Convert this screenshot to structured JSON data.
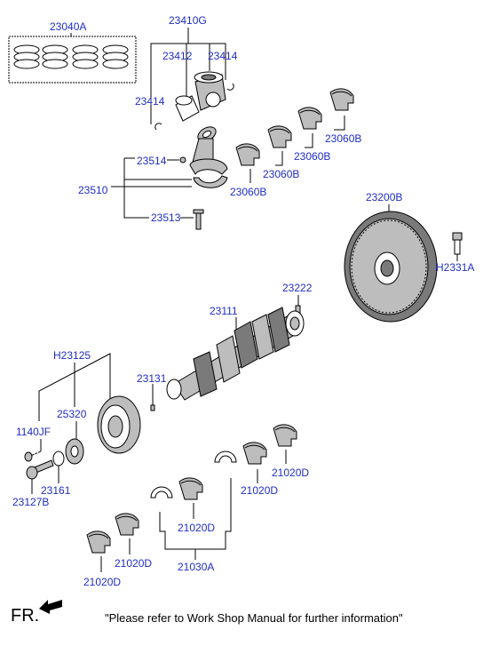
{
  "diagram": {
    "parts": {
      "p23040A": "23040A",
      "p23410G": "23410G",
      "p23412": "23412",
      "p23414a": "23414",
      "p23414b": "23414",
      "p23060B_1": "23060B",
      "p23060B_2": "23060B",
      "p23060B_3": "23060B",
      "p23060B_4": "23060B",
      "p23514": "23514",
      "p23510": "23510",
      "p23513": "23513",
      "p23200B": "23200B",
      "pH2331A": "H2331A",
      "p23222": "23222",
      "p23111": "23111",
      "pH23125": "H23125",
      "p23131": "23131",
      "p25320": "25320",
      "p1140JF": "1140JF",
      "p23161": "23161",
      "p23127B": "23127B",
      "p21020D_1": "21020D",
      "p21020D_2": "21020D",
      "p21020D_3": "21020D",
      "p21020D_4": "21020D",
      "p21020D_5": "21020D",
      "p21030A": "21030A"
    },
    "footer": {
      "fr_label": "FR.",
      "note": "\"Please refer to Work Shop Manual for further information\""
    }
  }
}
